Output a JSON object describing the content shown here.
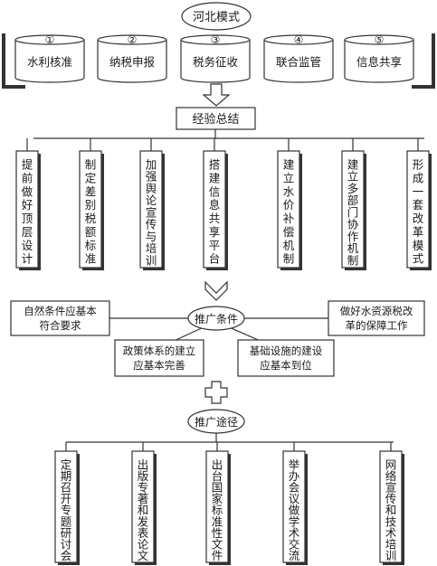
{
  "title": "河北模式",
  "stages": [
    {
      "num": "①",
      "label": "水利核准"
    },
    {
      "num": "②",
      "label": "纳税申报"
    },
    {
      "num": "③",
      "label": "税务征收"
    },
    {
      "num": "④",
      "label": "联合监管"
    },
    {
      "num": "⑤",
      "label": "信息共享"
    }
  ],
  "summary": {
    "title": "经验总结",
    "items": [
      "提前做好顶层设计",
      "制定差别税额标准",
      "加强舆论宣传与培训",
      "搭建信息共享平台",
      "建立水价补偿机制",
      "建立多部门协作机制",
      "形成一套改革模式"
    ]
  },
  "conditions": {
    "title": "推广条件",
    "items": [
      "自然条件应基本符合要求",
      "做好水资源税改革的保障工作",
      "政策体系的建立应基本完善",
      "基础设施的建设应基本到位"
    ]
  },
  "paths": {
    "title": "推广途径",
    "items": [
      "定期召开专题研讨会",
      "出版专著和发表论文",
      "出台国家标准性文件",
      "举办会议做学术交流",
      "网络宣传和技术培训"
    ]
  }
}
